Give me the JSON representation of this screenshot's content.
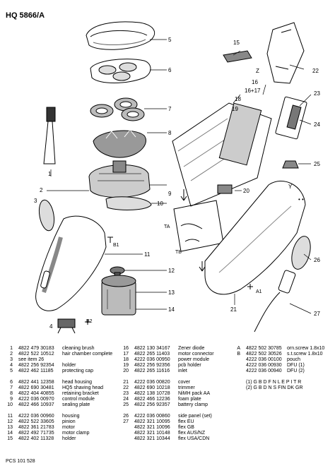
{
  "title": "HQ 5866/A",
  "footer": "PCS 101 528",
  "callouts": {
    "c1": "1",
    "c2": "2",
    "c3": "3",
    "c4": "4",
    "c5": "5",
    "c6": "6",
    "c7": "7",
    "c8": "8",
    "c9": "9",
    "c10": "10",
    "c11": "11",
    "c12": "12",
    "c13": "13",
    "c14": "14",
    "c15": "15",
    "c16": "16",
    "c1617": "16+17",
    "c18": "18",
    "c19": "19",
    "c20": "20",
    "c21": "21",
    "c22": "22",
    "c23": "23",
    "c24": "24",
    "c25": "25",
    "c26": "26",
    "c27": "27",
    "cA1": "A1",
    "cB1": "B1",
    "cB2": "B2",
    "cTA": "TA",
    "cTB": "TB",
    "cY": "Y",
    "cZ": "Z",
    "cDots": "•  •"
  },
  "parts_col1": [
    {
      "num": "1",
      "code": "4822 479 30183",
      "desc": "cleaning brush"
    },
    {
      "num": "2",
      "code": "4822 522 10512",
      "desc": "hair chamber complete"
    },
    {
      "num": "3",
      "code": "see item 26",
      "desc": ""
    },
    {
      "num": "4",
      "code": "4822 256 92354",
      "desc": "holder"
    },
    {
      "num": "5",
      "code": "4822 462 11185",
      "desc": "protecting cap"
    },
    {
      "num": "",
      "code": "",
      "desc": ""
    },
    {
      "num": "6",
      "code": "4822 441 12358",
      "desc": "head housing"
    },
    {
      "num": "7",
      "code": "4822 690 30481",
      "desc": "HQ5 shaving head"
    },
    {
      "num": "8",
      "code": "4822 404 40855",
      "desc": "retaining bracket"
    },
    {
      "num": "9",
      "code": "4222 036 00970",
      "desc": "control module"
    },
    {
      "num": "10",
      "code": "4822 466 10937",
      "desc": "sealing plate"
    },
    {
      "num": "",
      "code": "",
      "desc": ""
    },
    {
      "num": "11",
      "code": "4222 036 00960",
      "desc": "housing"
    },
    {
      "num": "12",
      "code": "4822 522 33605",
      "desc": "pinion"
    },
    {
      "num": "13",
      "code": "4822 361 21783",
      "desc": "motor"
    },
    {
      "num": "14",
      "code": "4822 492 71735",
      "desc": "motor clamp"
    },
    {
      "num": "15",
      "code": "4822 402 11328",
      "desc": "holder"
    }
  ],
  "parts_col2": [
    {
      "num": "16",
      "code": "4822 130 34167",
      "desc": "Zener diode"
    },
    {
      "num": "17",
      "code": "4822 265 11403",
      "desc": "motor connector"
    },
    {
      "num": "18",
      "code": "4222 036 00950",
      "desc": "power module"
    },
    {
      "num": "19",
      "code": "4822 256 92356",
      "desc": "pcb holder"
    },
    {
      "num": "20",
      "code": "4822 265 11616",
      "desc": "inlet"
    },
    {
      "num": "",
      "code": "",
      "desc": ""
    },
    {
      "num": "21",
      "code": "4222 036 00820",
      "desc": "cover"
    },
    {
      "num": "22",
      "code": "4822 690 10218",
      "desc": "trimmer"
    },
    {
      "num": "23",
      "code": "4822 138 10728",
      "desc": "NiMH pack AA"
    },
    {
      "num": "24",
      "code": "4822 466 12236",
      "desc": "foam plate"
    },
    {
      "num": "25",
      "code": "4822 256 92357",
      "desc": "battery clamp"
    },
    {
      "num": "",
      "code": "",
      "desc": ""
    },
    {
      "num": "26",
      "code": "4222 036 00860",
      "desc": "side panel (set)"
    },
    {
      "num": "27",
      "code": "4822 321 10095",
      "desc": "flex EU"
    },
    {
      "num": "",
      "code": "4822 321 10096",
      "desc": "flex GB"
    },
    {
      "num": "",
      "code": "4822 321 10148",
      "desc": "flex AUS/NZ"
    },
    {
      "num": "",
      "code": "4822 321 10344",
      "desc": "flex USA/CDN"
    }
  ],
  "parts_col3": [
    {
      "num": "A",
      "code": "4822 502 30785",
      "desc": "orn.screw 1.8x10"
    },
    {
      "num": "B",
      "code": "4822 502 30526",
      "desc": "s.t.screw 1.8x10"
    },
    {
      "num": "",
      "code": "4222 036 00100",
      "desc": "pouch"
    },
    {
      "num": "",
      "code": "4222 036 00930",
      "desc": "DFU (1)"
    },
    {
      "num": "",
      "code": "4222 036 00940",
      "desc": "DFU (2)"
    }
  ],
  "notes": [
    "(1) G B D F N L E P I T R",
    "(2) G B D N S FIN DK GR"
  ]
}
